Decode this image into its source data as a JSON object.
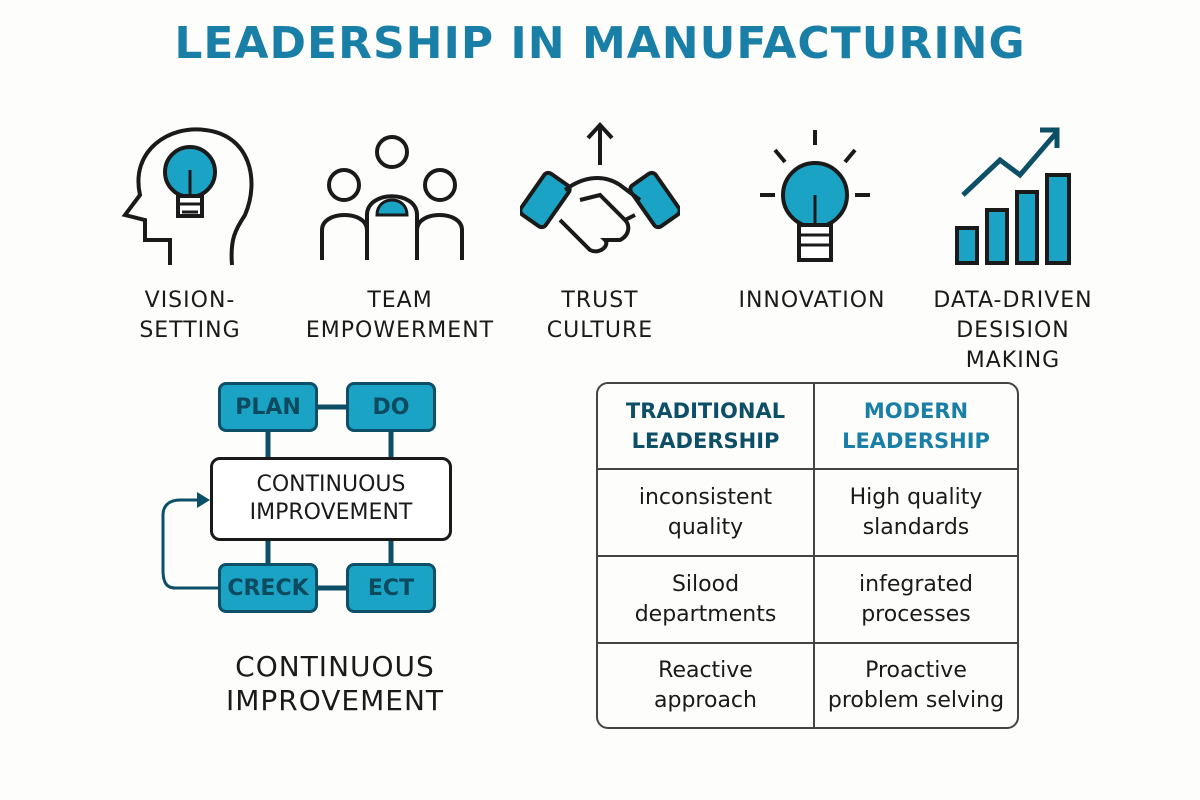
{
  "title": "LEADERSHIP IN MANUFACTURING",
  "colors": {
    "accent": "#1ba3c6",
    "title": "#1a7fa6",
    "dark": "#0d4f66"
  },
  "pillars": [
    {
      "icon": "head-lightbulb-icon",
      "line1": "VISION-",
      "line2": "SETTING"
    },
    {
      "icon": "team-icon",
      "line1": "TEAM",
      "line2": "EMPOWERMENT"
    },
    {
      "icon": "handshake-icon",
      "line1": "TRUST",
      "line2": "CULTURE"
    },
    {
      "icon": "lightbulb-icon",
      "line1": "INNOVATION",
      "line2": ""
    },
    {
      "icon": "growth-chart-icon",
      "line1": "DATA-DRIVEN",
      "line2": "DESISION",
      "line3": "MAKING"
    }
  ],
  "cycle": {
    "plan": "PLAN",
    "do": "DO",
    "check": "CRECK",
    "act": "ECT",
    "center_line1": "CONTINUOUS",
    "center_line2": "IMPROVEMENT",
    "caption_line1": "CONTINUOUS",
    "caption_line2": "IMPROVEMENT"
  },
  "table": {
    "headers": [
      {
        "l1": "TRADITIONAL",
        "l2": "LEADERSHIP"
      },
      {
        "l1": "MODERN",
        "l2": "LEADERSHIP"
      }
    ],
    "rows": [
      [
        {
          "l1": "inconsistent",
          "l2": "quality"
        },
        {
          "l1": "High quality",
          "l2": "slandards"
        }
      ],
      [
        {
          "l1": "Silood",
          "l2": "departments"
        },
        {
          "l1": "infegrated",
          "l2": "processes"
        }
      ],
      [
        {
          "l1": "Reactive",
          "l2": "approach"
        },
        {
          "l1": "Proactive",
          "l2": "problem selving"
        }
      ]
    ]
  }
}
